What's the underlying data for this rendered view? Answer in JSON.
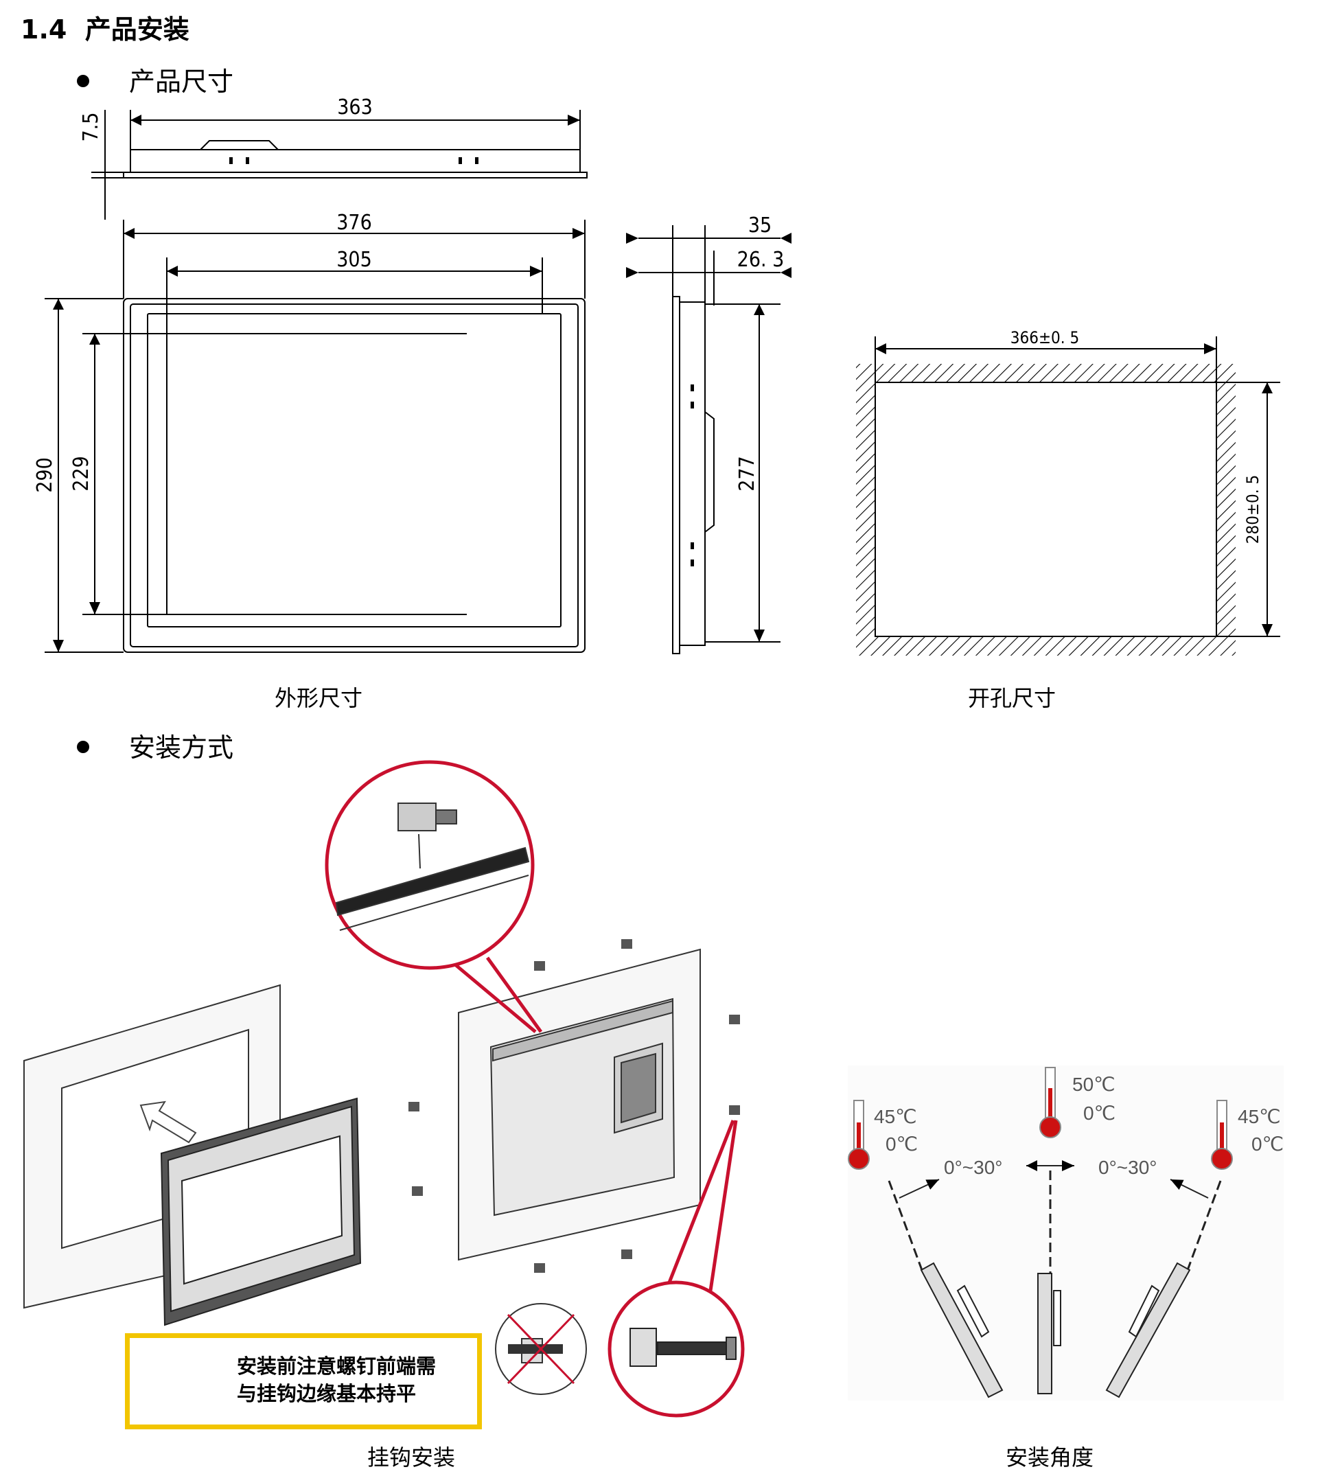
{
  "section": {
    "number": "1.4",
    "title": "产品安装"
  },
  "bullets": {
    "dimensions": "产品尺寸",
    "install_method": "安装方式"
  },
  "dimensions": {
    "top_width": "363",
    "top_thickness": "7.5",
    "outer_width": "376",
    "screen_width": "305",
    "outer_height": "290",
    "screen_height": "229",
    "side_depth": "35",
    "side_depth_inner": "26. 3",
    "side_height": "277",
    "cutout_width": "366±0. 5",
    "cutout_height": "280±0. 5"
  },
  "captions": {
    "outline": "外形尺寸",
    "cutout": "开孔尺寸",
    "hook": "挂钩安装",
    "angle": "安装角度"
  },
  "warning": {
    "line1": "安装前注意螺钉前端需",
    "line2": "与挂钩边缘基本持平"
  },
  "angles": {
    "left_high": "45℃",
    "left_low": "0℃",
    "center_high": "50℃",
    "center_low": "0℃",
    "right_high": "45℃",
    "right_low": "0℃",
    "left_range": "0°~30°",
    "right_range": "0°~30°"
  },
  "colors": {
    "accent_red": "#c8102e",
    "warning_yellow": "#f2c500",
    "thermo_red": "#cc1111"
  }
}
